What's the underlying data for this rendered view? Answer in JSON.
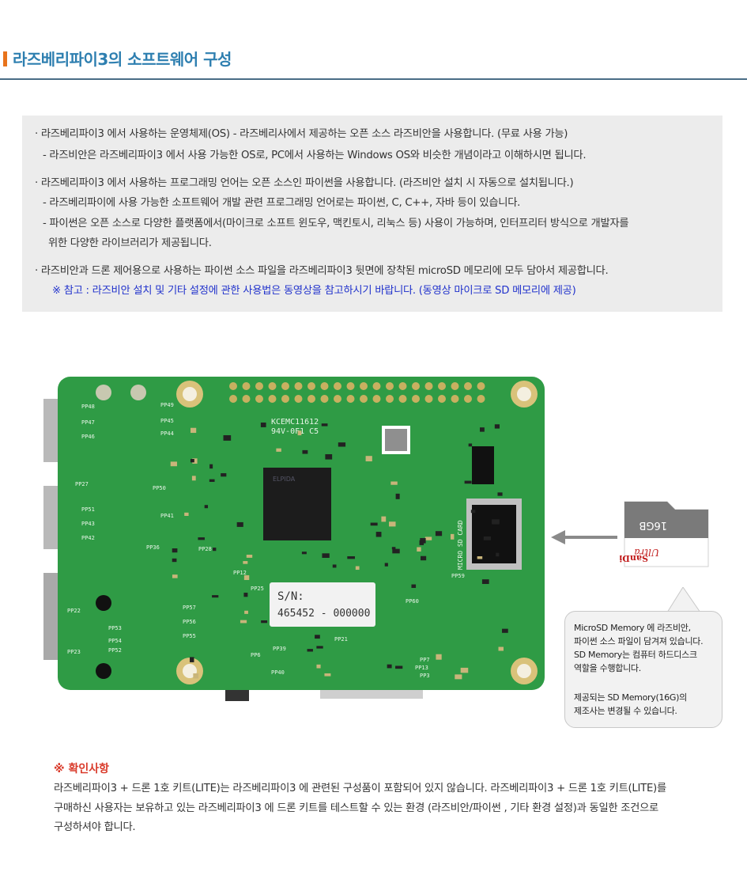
{
  "header": {
    "title": "라즈베리파이3의 소프트웨어 구성"
  },
  "notice": {
    "lines": [
      "· 라즈베리파이3 에서 사용하는 운영체제(OS) - 라즈베리사에서 제공하는 오픈 소스 라즈비안을 사용합니다. (무료 사용 가능)",
      "- 라즈비안은 라즈베리파이3 에서 사용 가능한 OS로, PC에서 사용하는 Windows OS와 비슷한 개념이라고 이해하시면 됩니다.",
      "· 라즈베리파이3 에서 사용하는 프로그래밍 언어는 오픈 소스인 파이썬을 사용합니다. (라즈비안 설치 시 자동으로 설치됩니다.)",
      "- 라즈베리파이에 사용 가능한 소프트웨어 개발 관련 프로그래밍 언어로는 파이썬, C, C++, 자바 등이 있습니다.",
      "- 파이썬은 오픈 소스로 다양한 플랫폼에서(마이크로 소프트 윈도우, 맥킨토시, 리눅스 등) 사용이 가능하며, 인터프리터 방식으로 개발자를",
      "위한 다양한 라이브러리가 제공됩니다.",
      "· 라즈비안과 드론 제어용으로 사용하는 파이썬 소스 파일을 라즈베리파이3 뒷면에 장착된 microSD 메모리에 모두 담아서 제공합니다."
    ],
    "note": "※ 참고 : 라즈비안 설치 및 기타 설정에 관한 사용법은 동영상을 참고하시기 바랍니다. (동영상 마이크로 SD 메모리에 제공)"
  },
  "board": {
    "serial_label": "S/N:",
    "serial_number": "465452 - 000000",
    "marking_1": "KCEMC11612",
    "marking_2": "94V-0F1  C5",
    "chip_label": "ELPIDA",
    "slot_label": "MICRO SD CARD",
    "pad_labels": [
      "PP48",
      "PP47",
      "PP46",
      "PP27",
      "PP51",
      "PP43",
      "PP42",
      "PP22",
      "PP53",
      "PP54",
      "PP52",
      "PP23",
      "PP49",
      "PP45",
      "PP44",
      "PP50",
      "PP41",
      "PP36",
      "PP57",
      "PP56",
      "PP55",
      "PP28",
      "PP12",
      "PP25",
      "PP39",
      "PP40",
      "PP6",
      "PP21",
      "PP59",
      "PP60",
      "PP7",
      "PP13",
      "PP3"
    ]
  },
  "sdcard": {
    "capacity": "16GB",
    "brand": "SanDisk",
    "line": "Ultra",
    "type": "micro SD HC I"
  },
  "bubble": {
    "lines": [
      "MicroSD Memory 에 라즈비안,",
      "파이썬 소스 파일이 담겨져 있습니다.",
      "SD Memory는 컴퓨터 하드디스크",
      "역할을 수행합니다.",
      "제공되는 SD Memory(16G)의",
      "제조사는 변경될 수 있습니다."
    ]
  },
  "check": {
    "title": "※ 확인사항",
    "lines": [
      "라즈베리파이3 + 드론 1호 키트(LITE)는 라즈베리파이3 에 관련된 구성품이 포함되어 있지 않습니다.   라즈베리파이3 + 드론 1호 키트(LITE)를",
      "구매하신 사용자는 보유하고 있는 라즈베리파이3 에 드론 키트를 테스트할 수 있는 환경 (라즈비안/파이썬 , 기타 환경 설정)과 동일한 조건으로",
      "구성하셔야 합니다."
    ]
  },
  "colors": {
    "title": "#2e7fb0",
    "accent": "#e8731b",
    "note": "#2233cc",
    "check": "#d93a2a",
    "pcb": "#2f9b45"
  }
}
